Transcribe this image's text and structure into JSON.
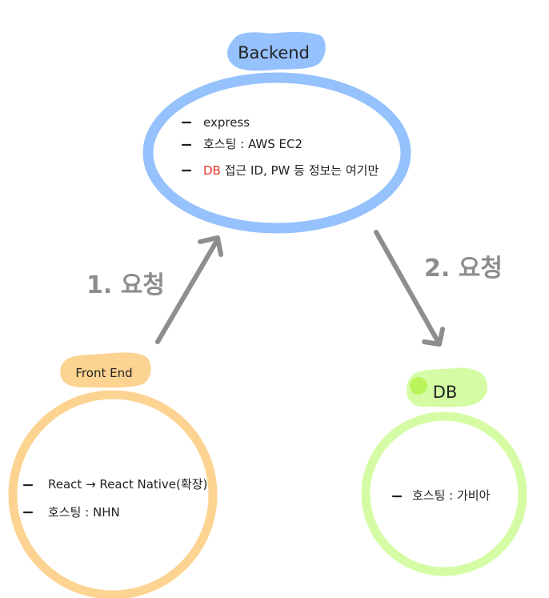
{
  "colors": {
    "backend": "#95c1fc",
    "frontend": "#fcd391",
    "db": "#d5fca4",
    "db_dot": "#b8f35a",
    "arrow": "#8e8e8e",
    "highlight": "#e5352a"
  },
  "backend": {
    "label": "Backend",
    "items": [
      {
        "text": "express"
      },
      {
        "text": "호스팅 : AWS EC2"
      },
      {
        "highlight": "DB",
        "text": " 접근 ID, PW 등 정보는 여기만"
      }
    ]
  },
  "frontend": {
    "label": "Front End",
    "items": [
      {
        "text": "React → React Native(확장)"
      },
      {
        "text": "호스팅 : NHN"
      }
    ]
  },
  "db": {
    "label": "DB",
    "items": [
      {
        "text": "호스팅 : 가비아"
      }
    ]
  },
  "arrows": {
    "request1": "1. 요청",
    "request2": "2. 요청"
  }
}
